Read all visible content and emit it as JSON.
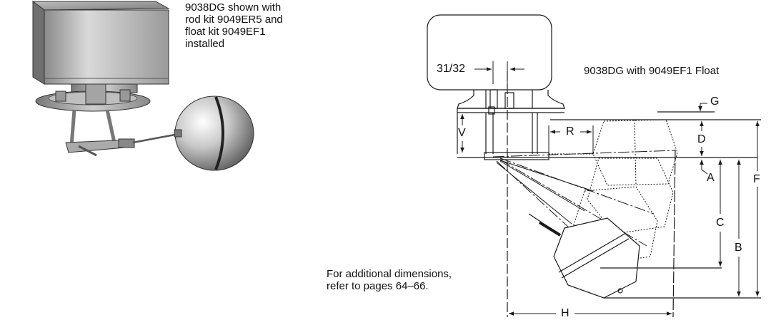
{
  "photo_caption": "9038DG shown with\nrod kit 9049ER5 and\nfloat kit 9049EF1\ninstalled",
  "diagram_title": "9038DG with 9049EF1 Float",
  "note": "For additional dimensions,\nrefer to pages 64–66.",
  "dimensions": {
    "d_31_32": "31/32",
    "G": "G",
    "V": "V",
    "R": "R",
    "D": "D",
    "A": "A",
    "C": "C",
    "B": "B",
    "F": "F",
    "H": "H"
  },
  "colors": {
    "line": "#1a1a1a",
    "metal_light": "#e6e6e6",
    "metal_mid": "#a9a9a9",
    "metal_dark": "#5a5a5a"
  }
}
